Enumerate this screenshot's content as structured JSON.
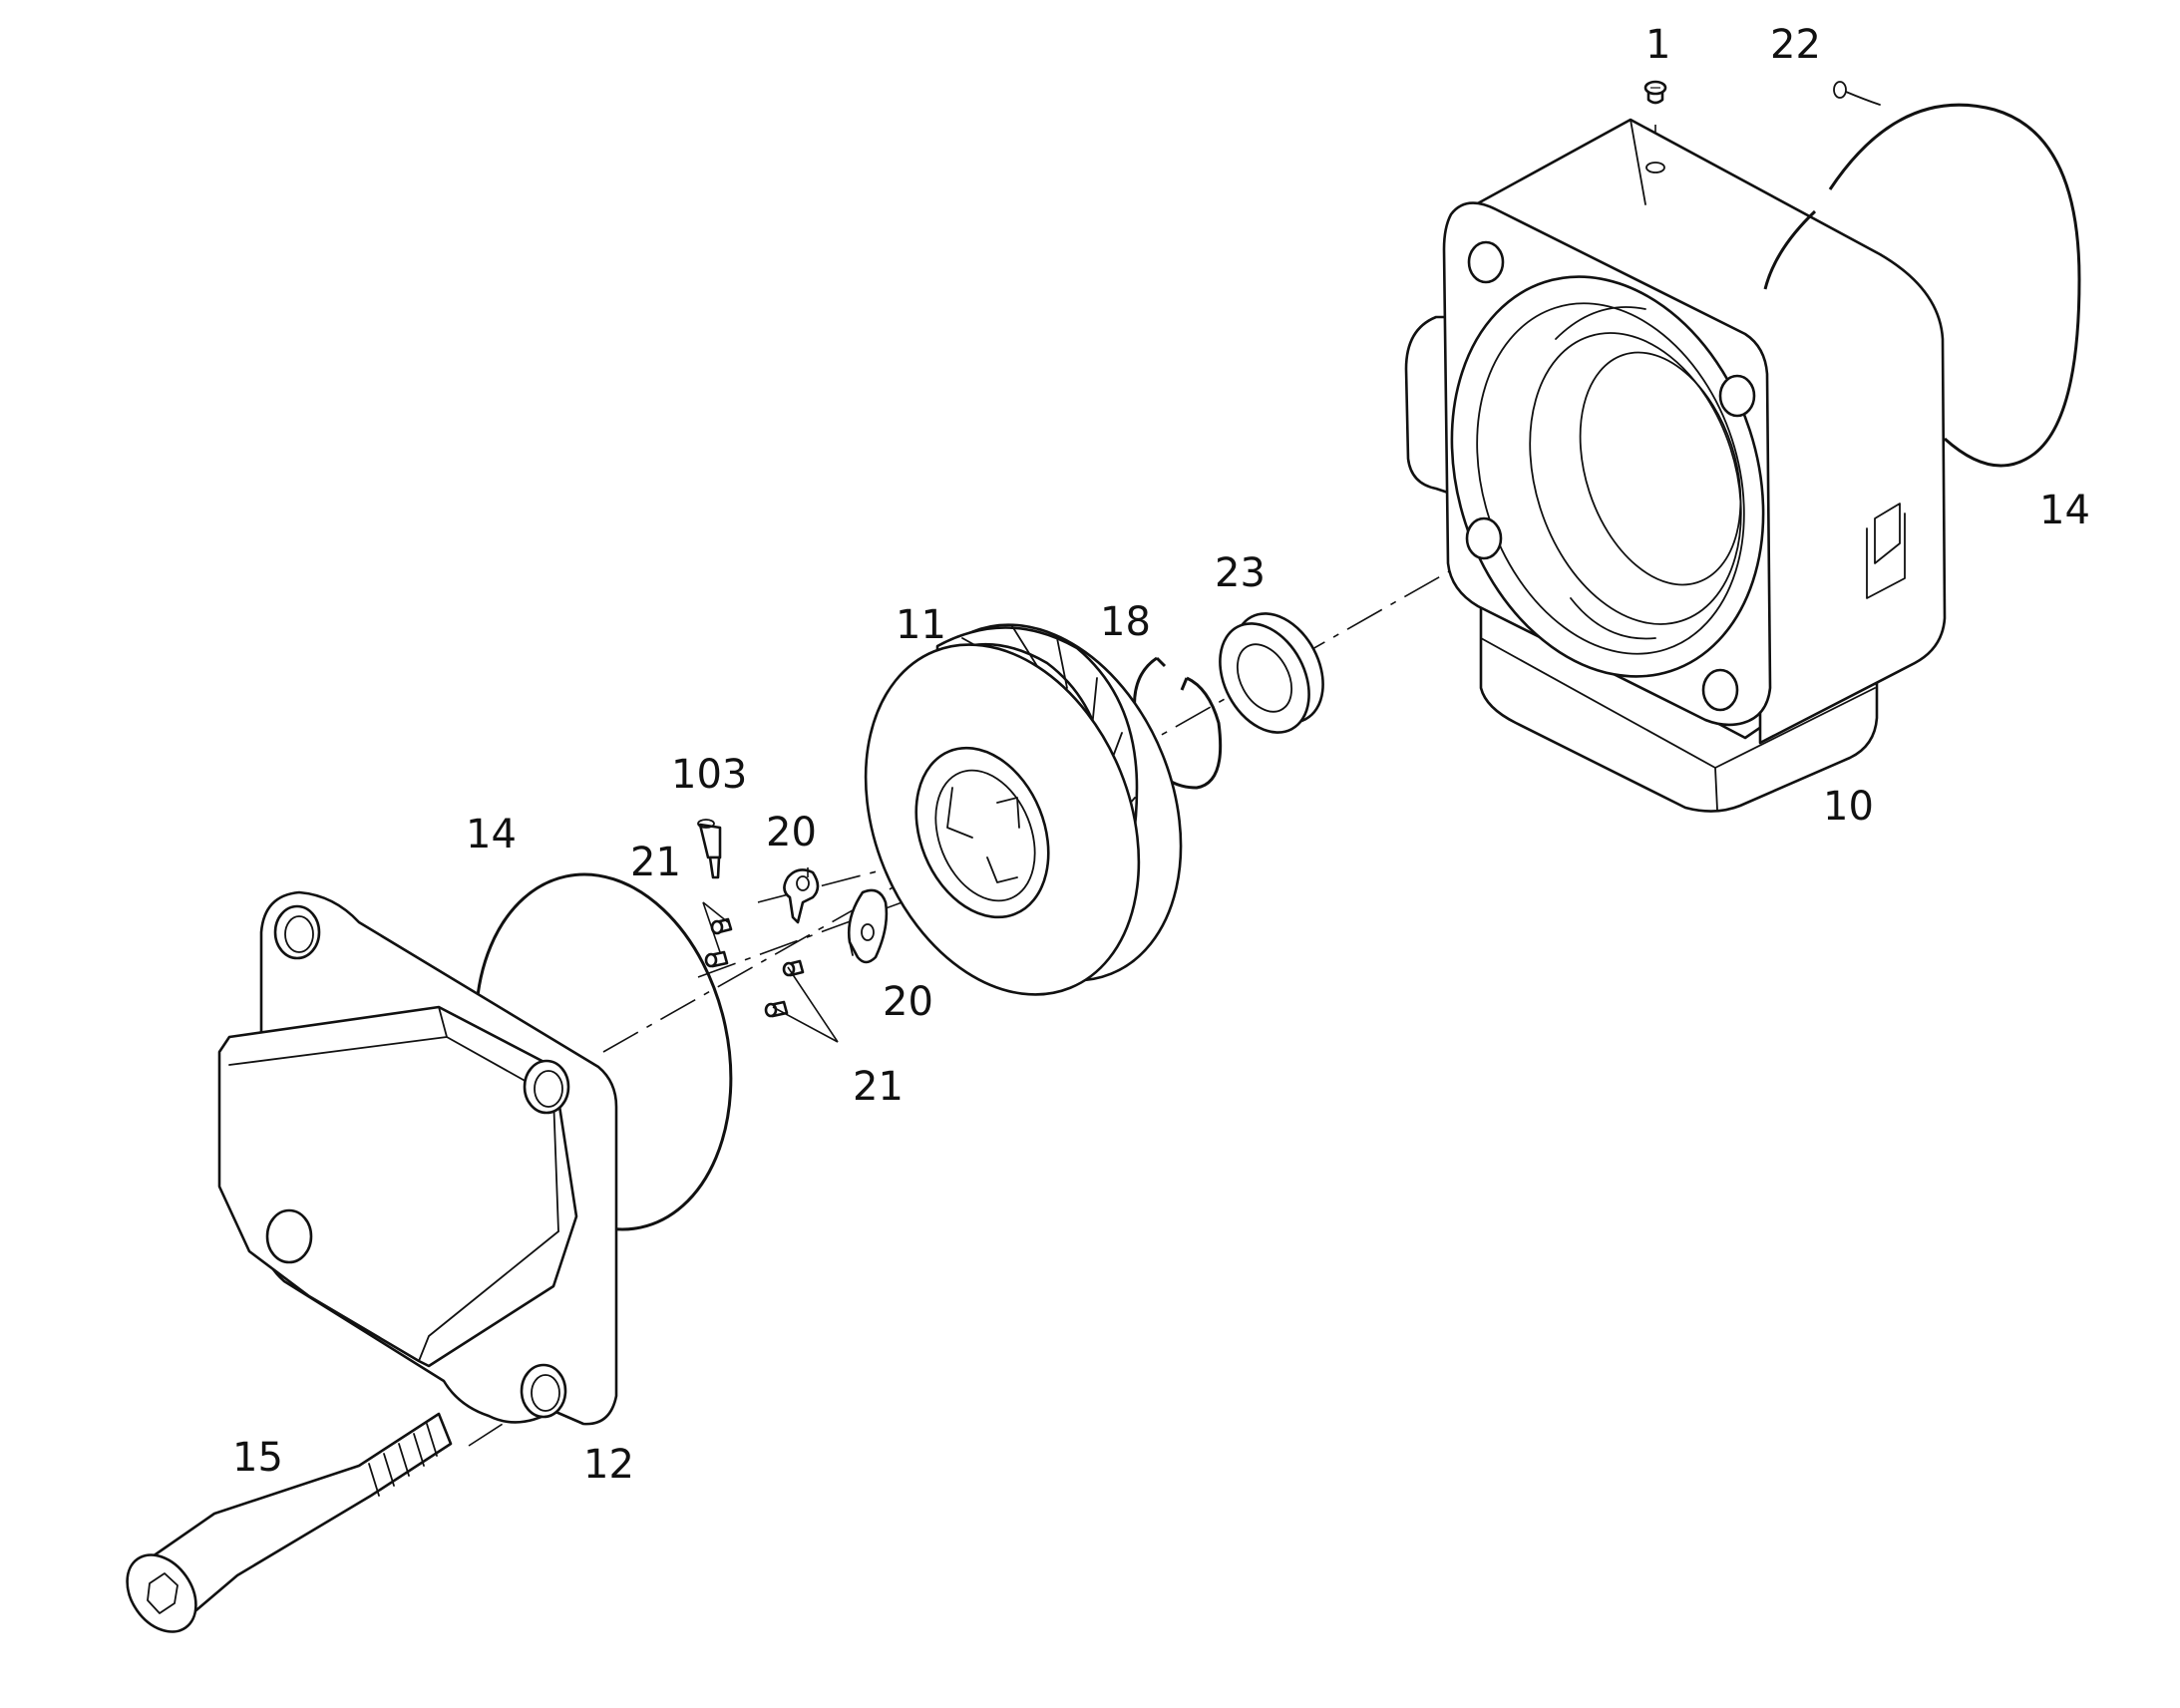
{
  "callouts": {
    "c1": "1",
    "c22": "22",
    "c14_top": "14",
    "c23": "23",
    "c11": "11",
    "c18": "18",
    "c10": "10",
    "c103": "103",
    "c14_left": "14",
    "c21_top": "21",
    "c20_top": "20",
    "c20_bottom": "20",
    "c21_bottom": "21",
    "c15": "15",
    "c12": "12"
  },
  "parts": [
    {
      "ref": "1",
      "kind": "plug"
    },
    {
      "ref": "10",
      "kind": "housing"
    },
    {
      "ref": "11",
      "kind": "impeller"
    },
    {
      "ref": "12",
      "kind": "cover"
    },
    {
      "ref": "14",
      "kind": "o-ring"
    },
    {
      "ref": "15",
      "kind": "socket-head-bolt"
    },
    {
      "ref": "18",
      "kind": "retaining-ring"
    },
    {
      "ref": "20",
      "kind": "clip"
    },
    {
      "ref": "21",
      "kind": "screw"
    },
    {
      "ref": "22",
      "kind": "o-ring"
    },
    {
      "ref": "23",
      "kind": "seal-ring"
    },
    {
      "ref": "103",
      "kind": "adhesive-tube"
    }
  ]
}
